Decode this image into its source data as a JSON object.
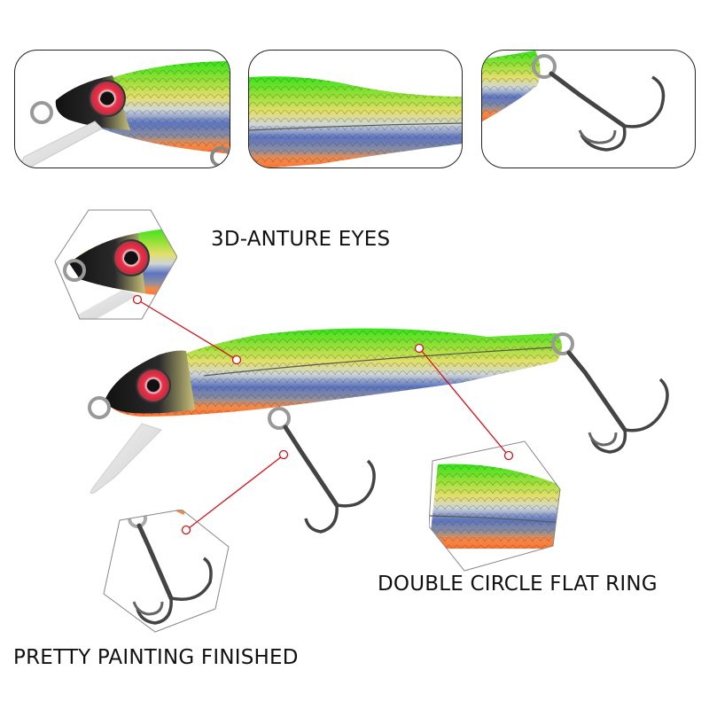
{
  "product": "Fishing minnow lure",
  "colors": {
    "green": "#3ee617",
    "yellow": "#d9d95a",
    "blue": "#4a63b5",
    "orange": "#ff7a3a",
    "black_head": "#1a1a1a",
    "eye_red": "#e8324a",
    "callout_red": "#d0141c",
    "border": "#222222",
    "hexagon_stroke": "#888888"
  },
  "thumbnails": [
    {
      "name": "head-closeup",
      "description": "Lure head with eye and lip"
    },
    {
      "name": "body-closeup",
      "description": "Lure body scales"
    },
    {
      "name": "hook-closeup",
      "description": "Treble hook with split ring"
    }
  ],
  "features": [
    {
      "id": "eyes",
      "label": "3D-ANTURE EYES"
    },
    {
      "id": "ring",
      "label": "DOUBLE CIRCLE FLAT RING"
    },
    {
      "id": "painting",
      "label": "PRETTY PAINTING FINISHED"
    }
  ]
}
